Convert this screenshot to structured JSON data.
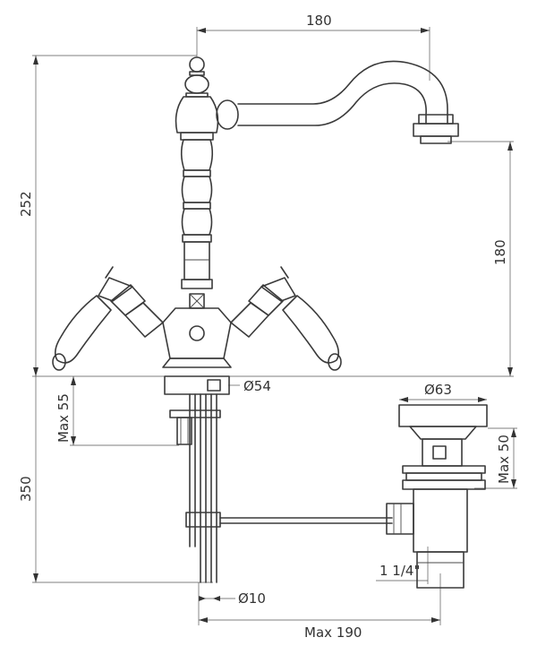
{
  "colors": {
    "line": "#3a3a3a",
    "dimension": "#555555",
    "text": "#333333",
    "background": "#ffffff"
  },
  "dimensions": {
    "spout_reach": "180",
    "total_height": "252",
    "spout_height": "180",
    "body_diameter": "Ø54",
    "max_deck_thickness": "Max 55",
    "tail_length": "350",
    "waste_diameter": "Ø63",
    "waste_max_thickness": "Max 50",
    "waste_thread": "1 1/4\"",
    "rod_diameter": "Ø10",
    "rod_max_distance": "Max 190"
  }
}
